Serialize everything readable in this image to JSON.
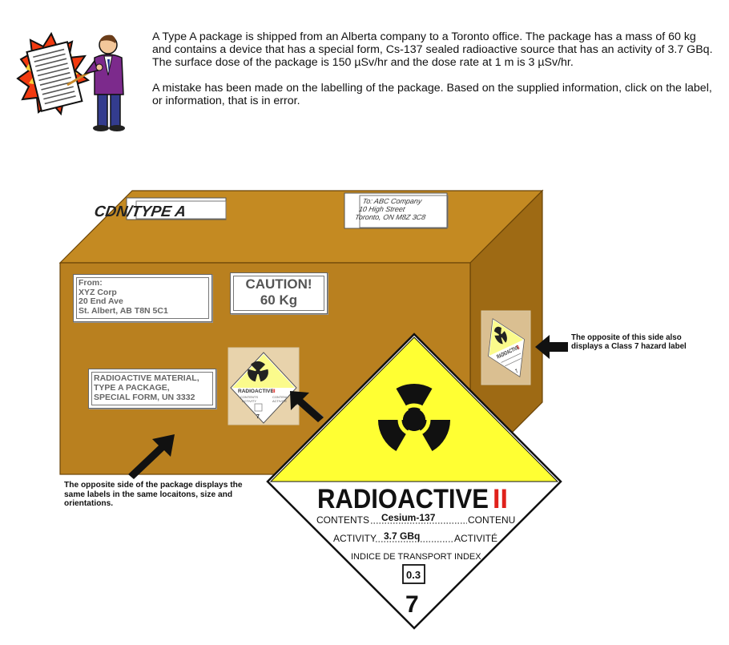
{
  "instructions": {
    "paragraph1": "A Type A package is shipped from an Alberta company to a Toronto office.  The package has a mass of 60 kg and contains a device that has a special form, Cs-137 sealed radioactive source that has an activity of 3.7 GBq.  The surface dose of the package is 150 µSv/hr and the dose rate at 1 m is 3 µSv/hr.",
    "paragraph2": "A mistake has been made on the labelling of the package.  Based on the supplied information, click on the label, or information, that is in error."
  },
  "package": {
    "type_label": "CDN/TYPE A",
    "to_label": {
      "line1": "To: ABC Company",
      "line2": "10 High Street",
      "line3": "Toronto, ON  M8Z 3C8"
    },
    "from_label": {
      "line1": "From:",
      "line2": "XYZ Corp",
      "line3": "20 End Ave",
      "line4": "St. Albert, AB T8N 5C1"
    },
    "caution_label": {
      "line1": "CAUTION!",
      "line2": "60 Kg"
    },
    "shipping_label": {
      "line1": "RADIOACTIVE MATERIAL,",
      "line2": "TYPE A PACKAGE,",
      "line3": "SPECIAL FORM, UN 3332"
    },
    "small_hazard_label": {
      "title": "RADIOACTIVE",
      "category": "II",
      "contents": "CONTENTS",
      "contenu": "CONTENU",
      "activity": "ACTIVITY",
      "activite": "ACTIVITÉ",
      "class_number": "7"
    }
  },
  "notes": {
    "left": "The opposite side of the package displays the same labels in the same locaitons, size and orientations.",
    "right": "The opposite of this side also displays a Class 7 hazard label"
  },
  "hazard_label": {
    "title": "RADIOACTIVE",
    "category": "II",
    "contents_label": "CONTENTS",
    "contents_value": "Cesium-137",
    "contenu_label": "CONTENU",
    "activity_label": "ACTIVITY",
    "activity_value": "3.7 GBq",
    "activite_label": "ACTIVITÉ",
    "transport_index_label": "INDICE DE TRANSPORT INDEX",
    "transport_index_value": "0.3",
    "class_number": "7",
    "colors": {
      "yellow": "#ffff33",
      "category_red": "#e0211b",
      "black": "#111111"
    }
  },
  "box_colors": {
    "front": "#b9801f",
    "top": "#c48a22",
    "side": "#9e6a14",
    "edge": "#6a4408"
  }
}
